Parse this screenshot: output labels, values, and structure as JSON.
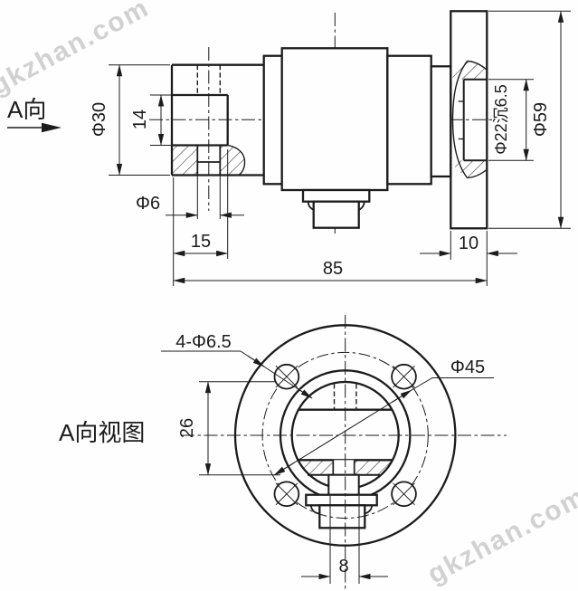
{
  "drawing": {
    "watermark_text": "gkzhan.com",
    "top_view": {
      "view_direction_label": "A向",
      "dimensions": {
        "left_block_diameter": "Φ30",
        "notch_height": "14",
        "hole_diameter": "Φ6",
        "block_width": "15",
        "overall_length": "85",
        "flange_thickness": "10",
        "counterbore": "Φ22沉6.5",
        "flange_diameter": "Φ59"
      }
    },
    "bottom_view": {
      "title": "A向视图",
      "dimensions": {
        "bolt_holes": "4-Φ6.5",
        "bolt_circle_diameter": "Φ45",
        "flat_height": "26",
        "tenon_width": "8"
      }
    }
  }
}
